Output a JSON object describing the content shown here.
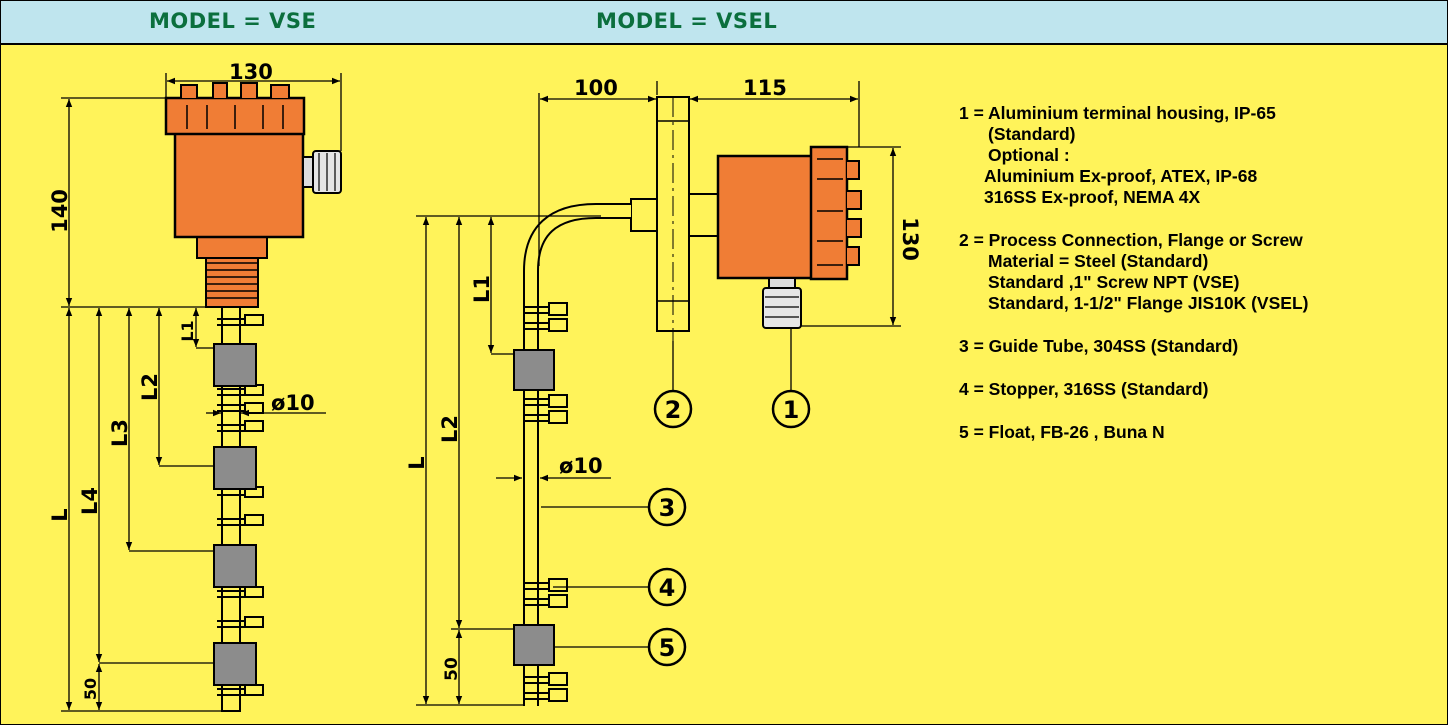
{
  "header": {
    "model_vse": "MODEL = VSE",
    "model_vsel": "MODEL = VSEL"
  },
  "dimensions": {
    "vse_housing_width": "130",
    "vse_housing_height": "140",
    "vse_l": "L",
    "vse_l1": "L1",
    "vse_l2": "L2",
    "vse_l3": "L3",
    "vse_l4": "L4",
    "vse_bottom": "50",
    "vse_tube_dia": "ø10",
    "vsel_offset": "100",
    "vsel_housing_offset": "115",
    "vsel_housing_height": "130",
    "vsel_l": "L",
    "vsel_l1": "L1",
    "vsel_l2": "L2",
    "vsel_bottom": "50",
    "vsel_tube_dia": "ø10"
  },
  "balloons": {
    "b1": "1",
    "b2": "2",
    "b3": "3",
    "b4": "4",
    "b5": "5"
  },
  "legend": {
    "item1": {
      "lead": "1 = Aluminium terminal housing, IP-65",
      "lines": [
        "(Standard)",
        "Optional :",
        "Aluminium Ex-proof, ATEX, IP-68",
        "316SS Ex-proof, NEMA 4X"
      ]
    },
    "item2": {
      "lead": "2 = Process Connection, Flange or Screw",
      "lines": [
        "Material = Steel (Standard)",
        "Standard ,1\" Screw NPT (VSE)",
        "Standard, 1-1/2\" Flange JIS10K (VSEL)"
      ]
    },
    "item3": {
      "lead": "3 = Guide Tube, 304SS (Standard)"
    },
    "item4": {
      "lead": "4 = Stopper, 316SS (Standard)"
    },
    "item5": {
      "lead": "5 = Float, FB-26 , Buna N"
    }
  },
  "colors": {
    "background": "#FFF35A",
    "header": "#BFE5EE",
    "title_text": "#0B6F3D",
    "housing_orange": "#F07D35",
    "float_gray": "#8C8C8C"
  }
}
